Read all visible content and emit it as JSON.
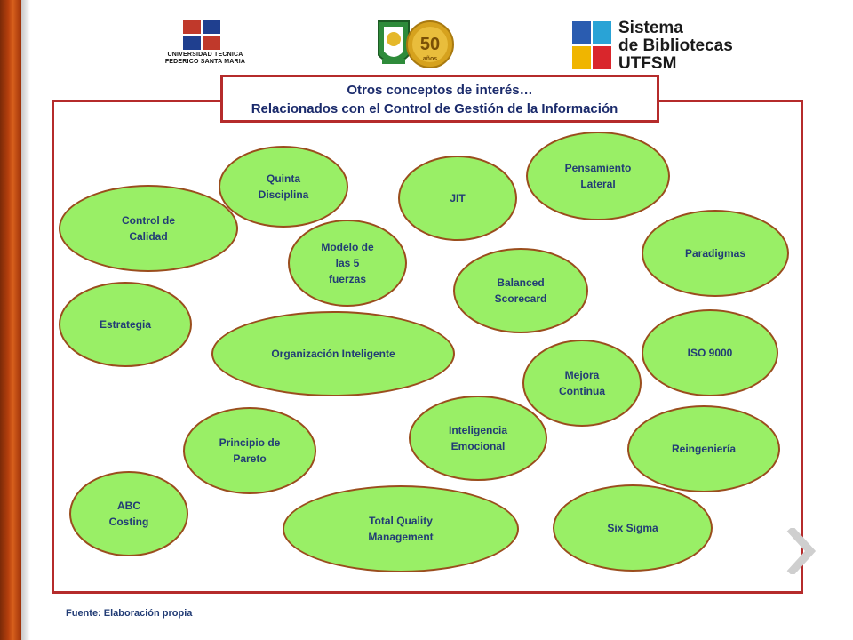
{
  "logos": {
    "university_line1": "UNIVERSIDAD TECNICA",
    "university_line2": "FEDERICO SANTA MARIA",
    "anniversary_number": "50",
    "anniversary_word": "años",
    "library_line1": "Sistema",
    "library_line2": "de Bibliotecas",
    "library_line3": "UTFSM"
  },
  "title": {
    "line1": "Otros conceptos de interés…",
    "line2": "Relacionados con el Control de Gestión de la Información"
  },
  "nodes": [
    {
      "id": "quinta-disciplina",
      "label": "Quinta\nDisciplina"
    },
    {
      "id": "jit",
      "label": "JIT"
    },
    {
      "id": "pensamiento-lateral",
      "label": "Pensamiento\nLateral"
    },
    {
      "id": "control-de-calidad",
      "label": "Control de\nCalidad"
    },
    {
      "id": "modelo-5-fuerzas",
      "label": "Modelo de\nlas 5\nfuerzas"
    },
    {
      "id": "paradigmas",
      "label": "Paradigmas"
    },
    {
      "id": "balanced-scorecard",
      "label": "Balanced\nScorecard"
    },
    {
      "id": "estrategia",
      "label": "Estrategia"
    },
    {
      "id": "organizacion-inteligente",
      "label": "Organización Inteligente"
    },
    {
      "id": "iso-9000",
      "label": "ISO 9000"
    },
    {
      "id": "mejora-continua",
      "label": "Mejora\nContinua"
    },
    {
      "id": "inteligencia-emocional",
      "label": "Inteligencia\nEmocional"
    },
    {
      "id": "principio-de-pareto",
      "label": "Principio de\nPareto"
    },
    {
      "id": "reingenieria",
      "label": "Reingeniería"
    },
    {
      "id": "abc-costing",
      "label": "ABC\nCosting"
    },
    {
      "id": "total-quality-management",
      "label": "Total Quality\nManagement"
    },
    {
      "id": "six-sigma",
      "label": "Six Sigma"
    }
  ],
  "source": "Fuente: Elaboración propia",
  "colors": {
    "node_fill": "#99ef66",
    "node_border": "#9a4d1d",
    "frame_border": "#b52b2b",
    "text": "#223c75",
    "accent_bar": "#b8400d"
  }
}
